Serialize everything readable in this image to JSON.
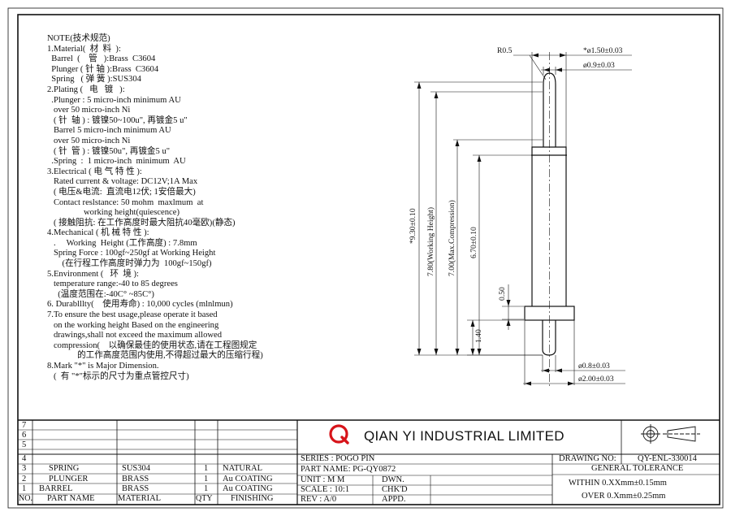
{
  "notes": [
    "NOTE(技术规范)",
    "1.Material(  材  料  ):",
    "  Barrel  (    管   ):Brass  C3604",
    "  Plunger ( 针 轴 ):Brass  C3604",
    "  Spring   ( 弹 簧 ):SUS304",
    "2.Plating (   电   镀   ):",
    "  .Plunger : 5 micro-inch minimum AU",
    "   over 50 micro-inch Ni",
    "   ( 针  轴 ) : 镀镍50~100u\", 再镀金5 u\"",
    "   Barrel 5 micro-inch minimum AU",
    "   over 50 micro-inch Ni",
    "   ( 针  管 ) : 镀镍50u\", 再镀金5 u\"",
    "  .Spring  :  1 micro-inch  minimum  AU",
    "3.Electrical ( 电 气 特 性 ):",
    "   Rated current & voltage: DC12V;1A Max",
    "   ( 电压&电流:  直流电12伏; 1安倍最大)",
    "   Contact reslstance: 50 mohm  maxlmum  at",
    "                 working height(quiescence)",
    "   ( 接触阻抗: 在工作高度时最大阻抗40毫欧)(静态)",
    "4.Mechanical ( 机 械 特 性 ):",
    "   .     Working  Height (工作高度) : 7.8mm",
    "   Spring Force : 100gf~250gf at Working Height",
    "       (在行程工作高度时弹力为  100gf~150gf)",
    "5.Environment (   环  境 ):",
    "   temperature range:-40 to 85 degrees",
    "     (温度范围在:-40C° ~85C°)",
    "6. Durablllty(    使用寿命) : 10,000 cycles (mlnlmun)",
    "7.To ensure the best usage,please operate it based",
    "   on the working height Based on the engineering",
    "   drawings,shall not exceed the maximum allowed",
    "   compression(    以确保最佳的使用状态,请在工程图规定",
    "              的工作高度范围内使用,不得超过最大的压缩行程)",
    "8.Mark \"*\" is Major Dimension.",
    "   (  有 \"*\"标示的尺寸为重点管控尺寸)"
  ],
  "dimensions": {
    "r05": "R0.5",
    "od150": "*ø1.50±0.03",
    "od09": "ø0.9±0.03",
    "od08": "ø0.8±0.03",
    "od200": "ø2.00±0.03",
    "len930": "*9.30±0.10",
    "len780": "7.80(Working Height)",
    "len700": "7.00(Max.Compression)",
    "len670": "6.70±0.10",
    "len050": "0.50",
    "len140": "1.40"
  },
  "title_block": {
    "company": "QIAN  YI  INDUSTRIAL  LIMITED",
    "logo_letter": "Q",
    "series": "SERIES : POGO  PIN",
    "part_name": "PART NAME: PG-QY0872",
    "unit": "UNIT : M M",
    "scale": "SCALE : 10:1",
    "rev": "REV  : A/0",
    "dwn": "DWN.",
    "chkd": "CHK'D",
    "appd": "APPD.",
    "drawing_no_label": "DRAWING NO:",
    "drawing_no": "QY-ENL-330014",
    "general_tolerance": "GENERAL TOLERANCE",
    "within": "WITHIN 0.XXmm±0.15mm",
    "over": "OVER   0.Xmm±0.25mm"
  },
  "bom": {
    "header": [
      "NO.",
      "PART NAME",
      "MATERIAL",
      "QTY",
      "FINISHING"
    ],
    "rows": [
      {
        "no": "3",
        "name": "SPRING",
        "material": "SUS304",
        "qty": "1",
        "finish": "NATURAL"
      },
      {
        "no": "2",
        "name": "PLUNGER",
        "material": "BRASS",
        "qty": "1",
        "finish": "Au COATING"
      },
      {
        "no": "1",
        "name": "BARREL",
        "material": "BRASS",
        "qty": "1",
        "finish": "Au COATING"
      }
    ],
    "empty_rows": [
      "7",
      "6",
      "5",
      "4"
    ]
  },
  "colors": {
    "line": "#111111",
    "logo_red": "#d7141a",
    "dim_line": "#111111"
  }
}
